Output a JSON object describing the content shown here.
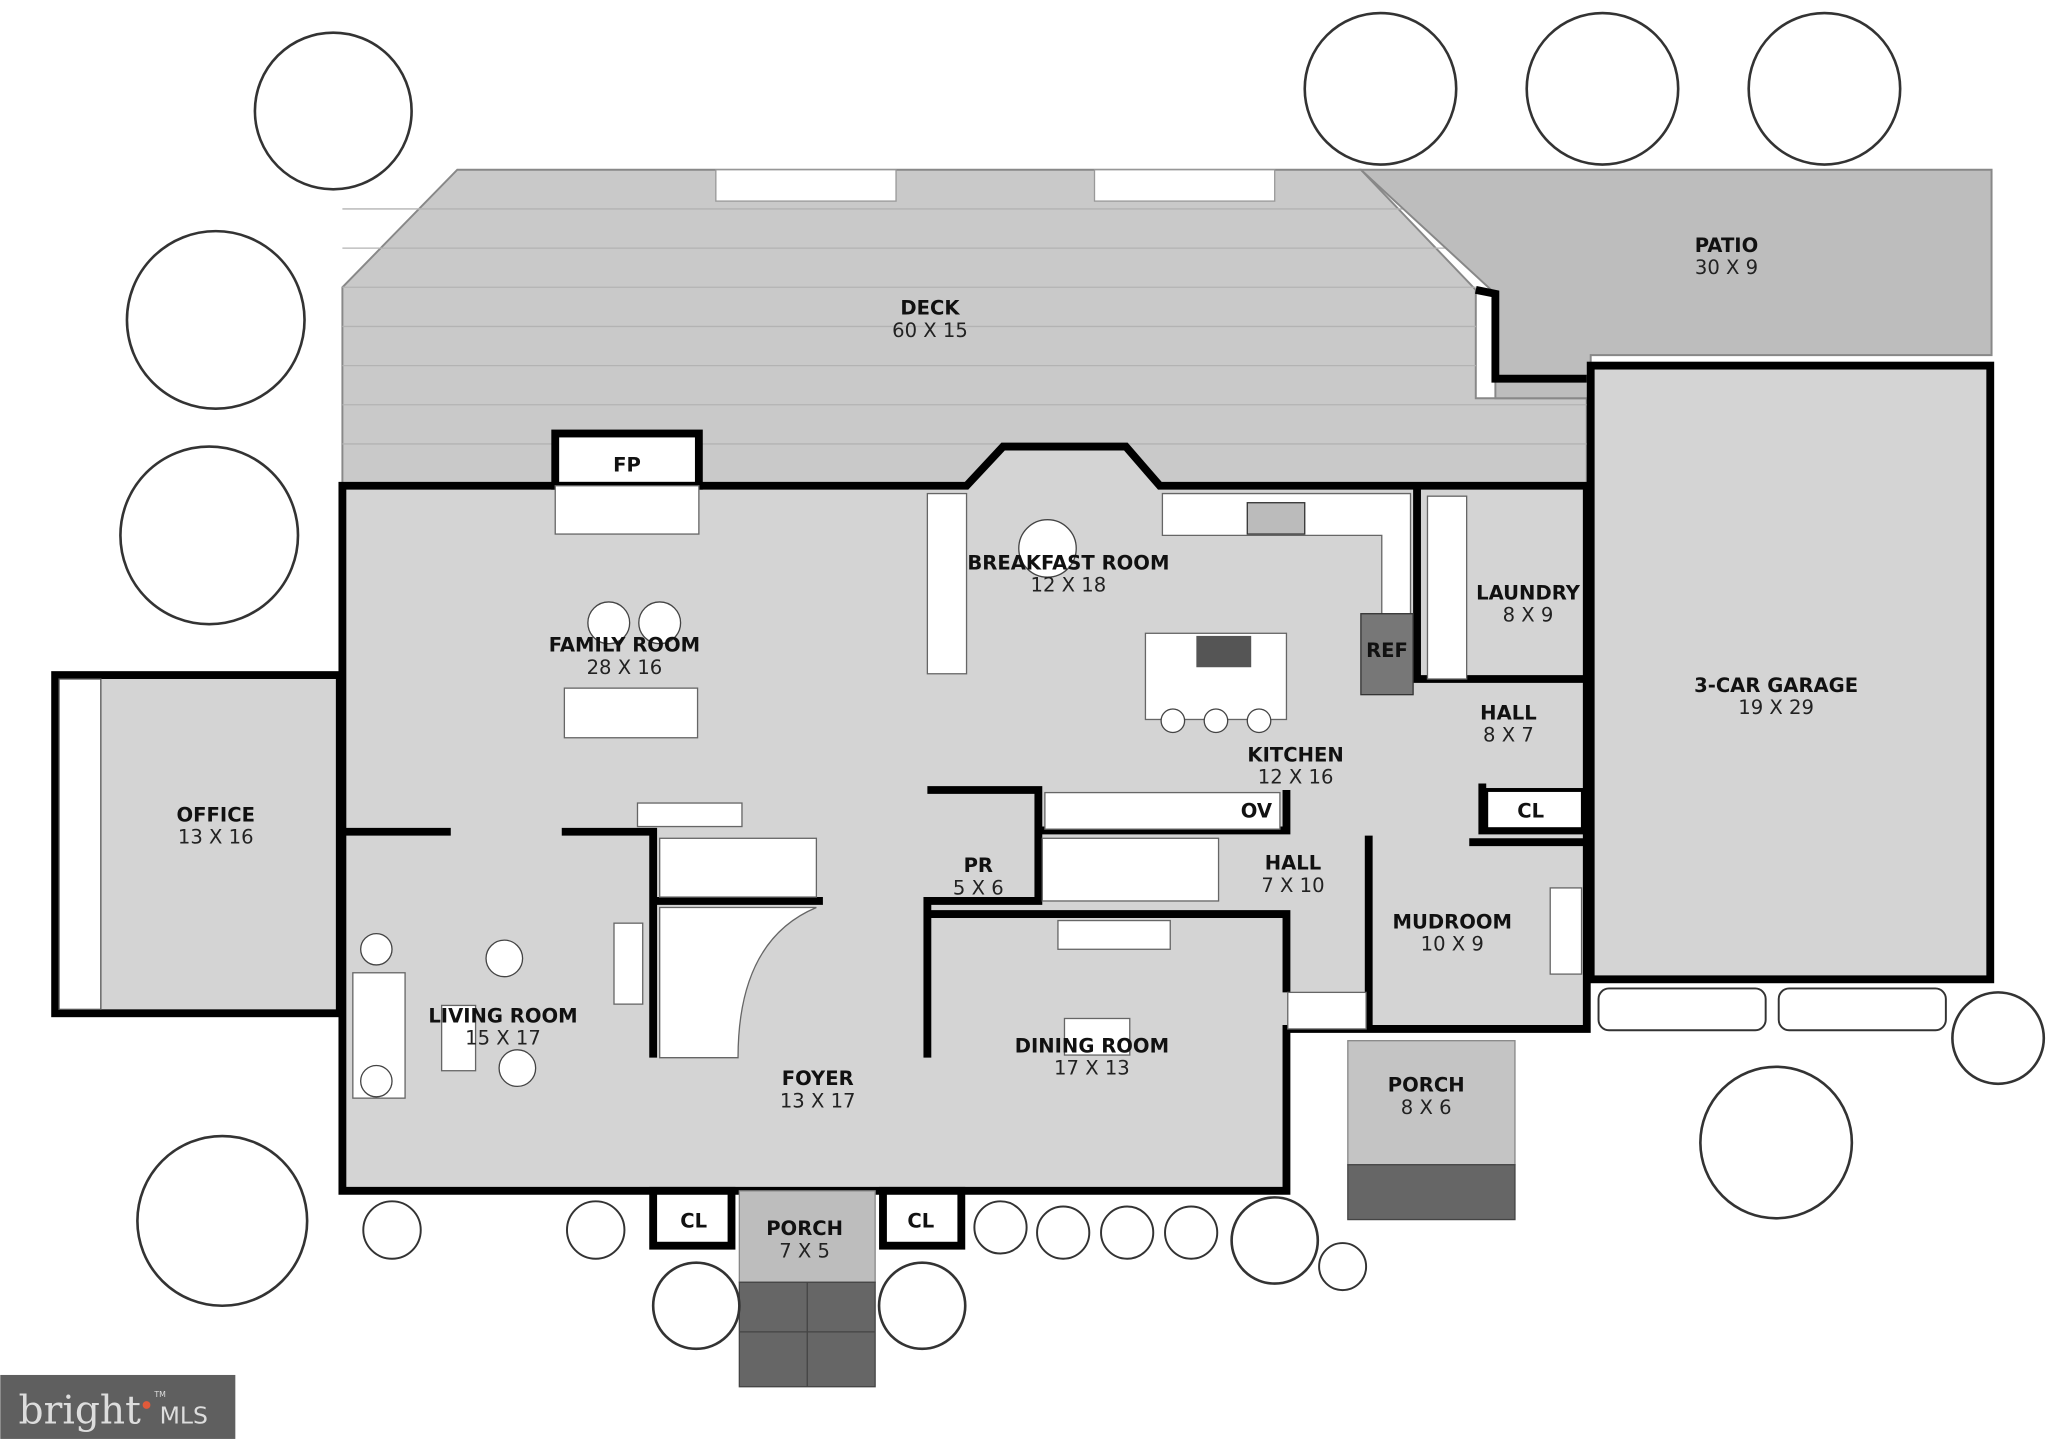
{
  "plan": {
    "rooms": [
      {
        "name": "DECK",
        "dims": "60 X 15"
      },
      {
        "name": "PATIO",
        "dims": "30 X 9"
      },
      {
        "name": "FAMILY ROOM",
        "dims": "28 X 16"
      },
      {
        "name": "BREAKFAST ROOM",
        "dims": "12 X 18"
      },
      {
        "name": "LAUNDRY",
        "dims": "8 X 9"
      },
      {
        "name": "3-CAR GARAGE",
        "dims": "19 X 29"
      },
      {
        "name": "HALL",
        "dims": "8 X 7"
      },
      {
        "name": "KITCHEN",
        "dims": "12 X 16"
      },
      {
        "name": "OFFICE",
        "dims": "13 X 16"
      },
      {
        "name": "PR",
        "dims": "5 X 6"
      },
      {
        "name": "HALL",
        "dims": "7 X 10"
      },
      {
        "name": "MUDROOM",
        "dims": "10 X 9"
      },
      {
        "name": "LIVING ROOM",
        "dims": "15 X 17"
      },
      {
        "name": "DINING ROOM",
        "dims": "17 X 13"
      },
      {
        "name": "FOYER",
        "dims": "13 X 17"
      },
      {
        "name": "PORCH",
        "dims": "8 X 6"
      },
      {
        "name": "PORCH",
        "dims": "7 X 5"
      }
    ],
    "fixtures": {
      "fp": "FP",
      "ref": "REF",
      "ov": "OV",
      "cl_hall": "CL",
      "cl_left": "CL",
      "cl_right": "CL"
    },
    "colors": {
      "floor": "#d4d4d4",
      "deck": "#c8c8c8",
      "patio": "#bdbdbd",
      "walls": "#000000",
      "logo_bg": "#5f5f5f",
      "logo_accent": "#e05a3a"
    }
  },
  "logo": {
    "brand": "bright",
    "suffix": "MLS",
    "tm": "TM"
  }
}
